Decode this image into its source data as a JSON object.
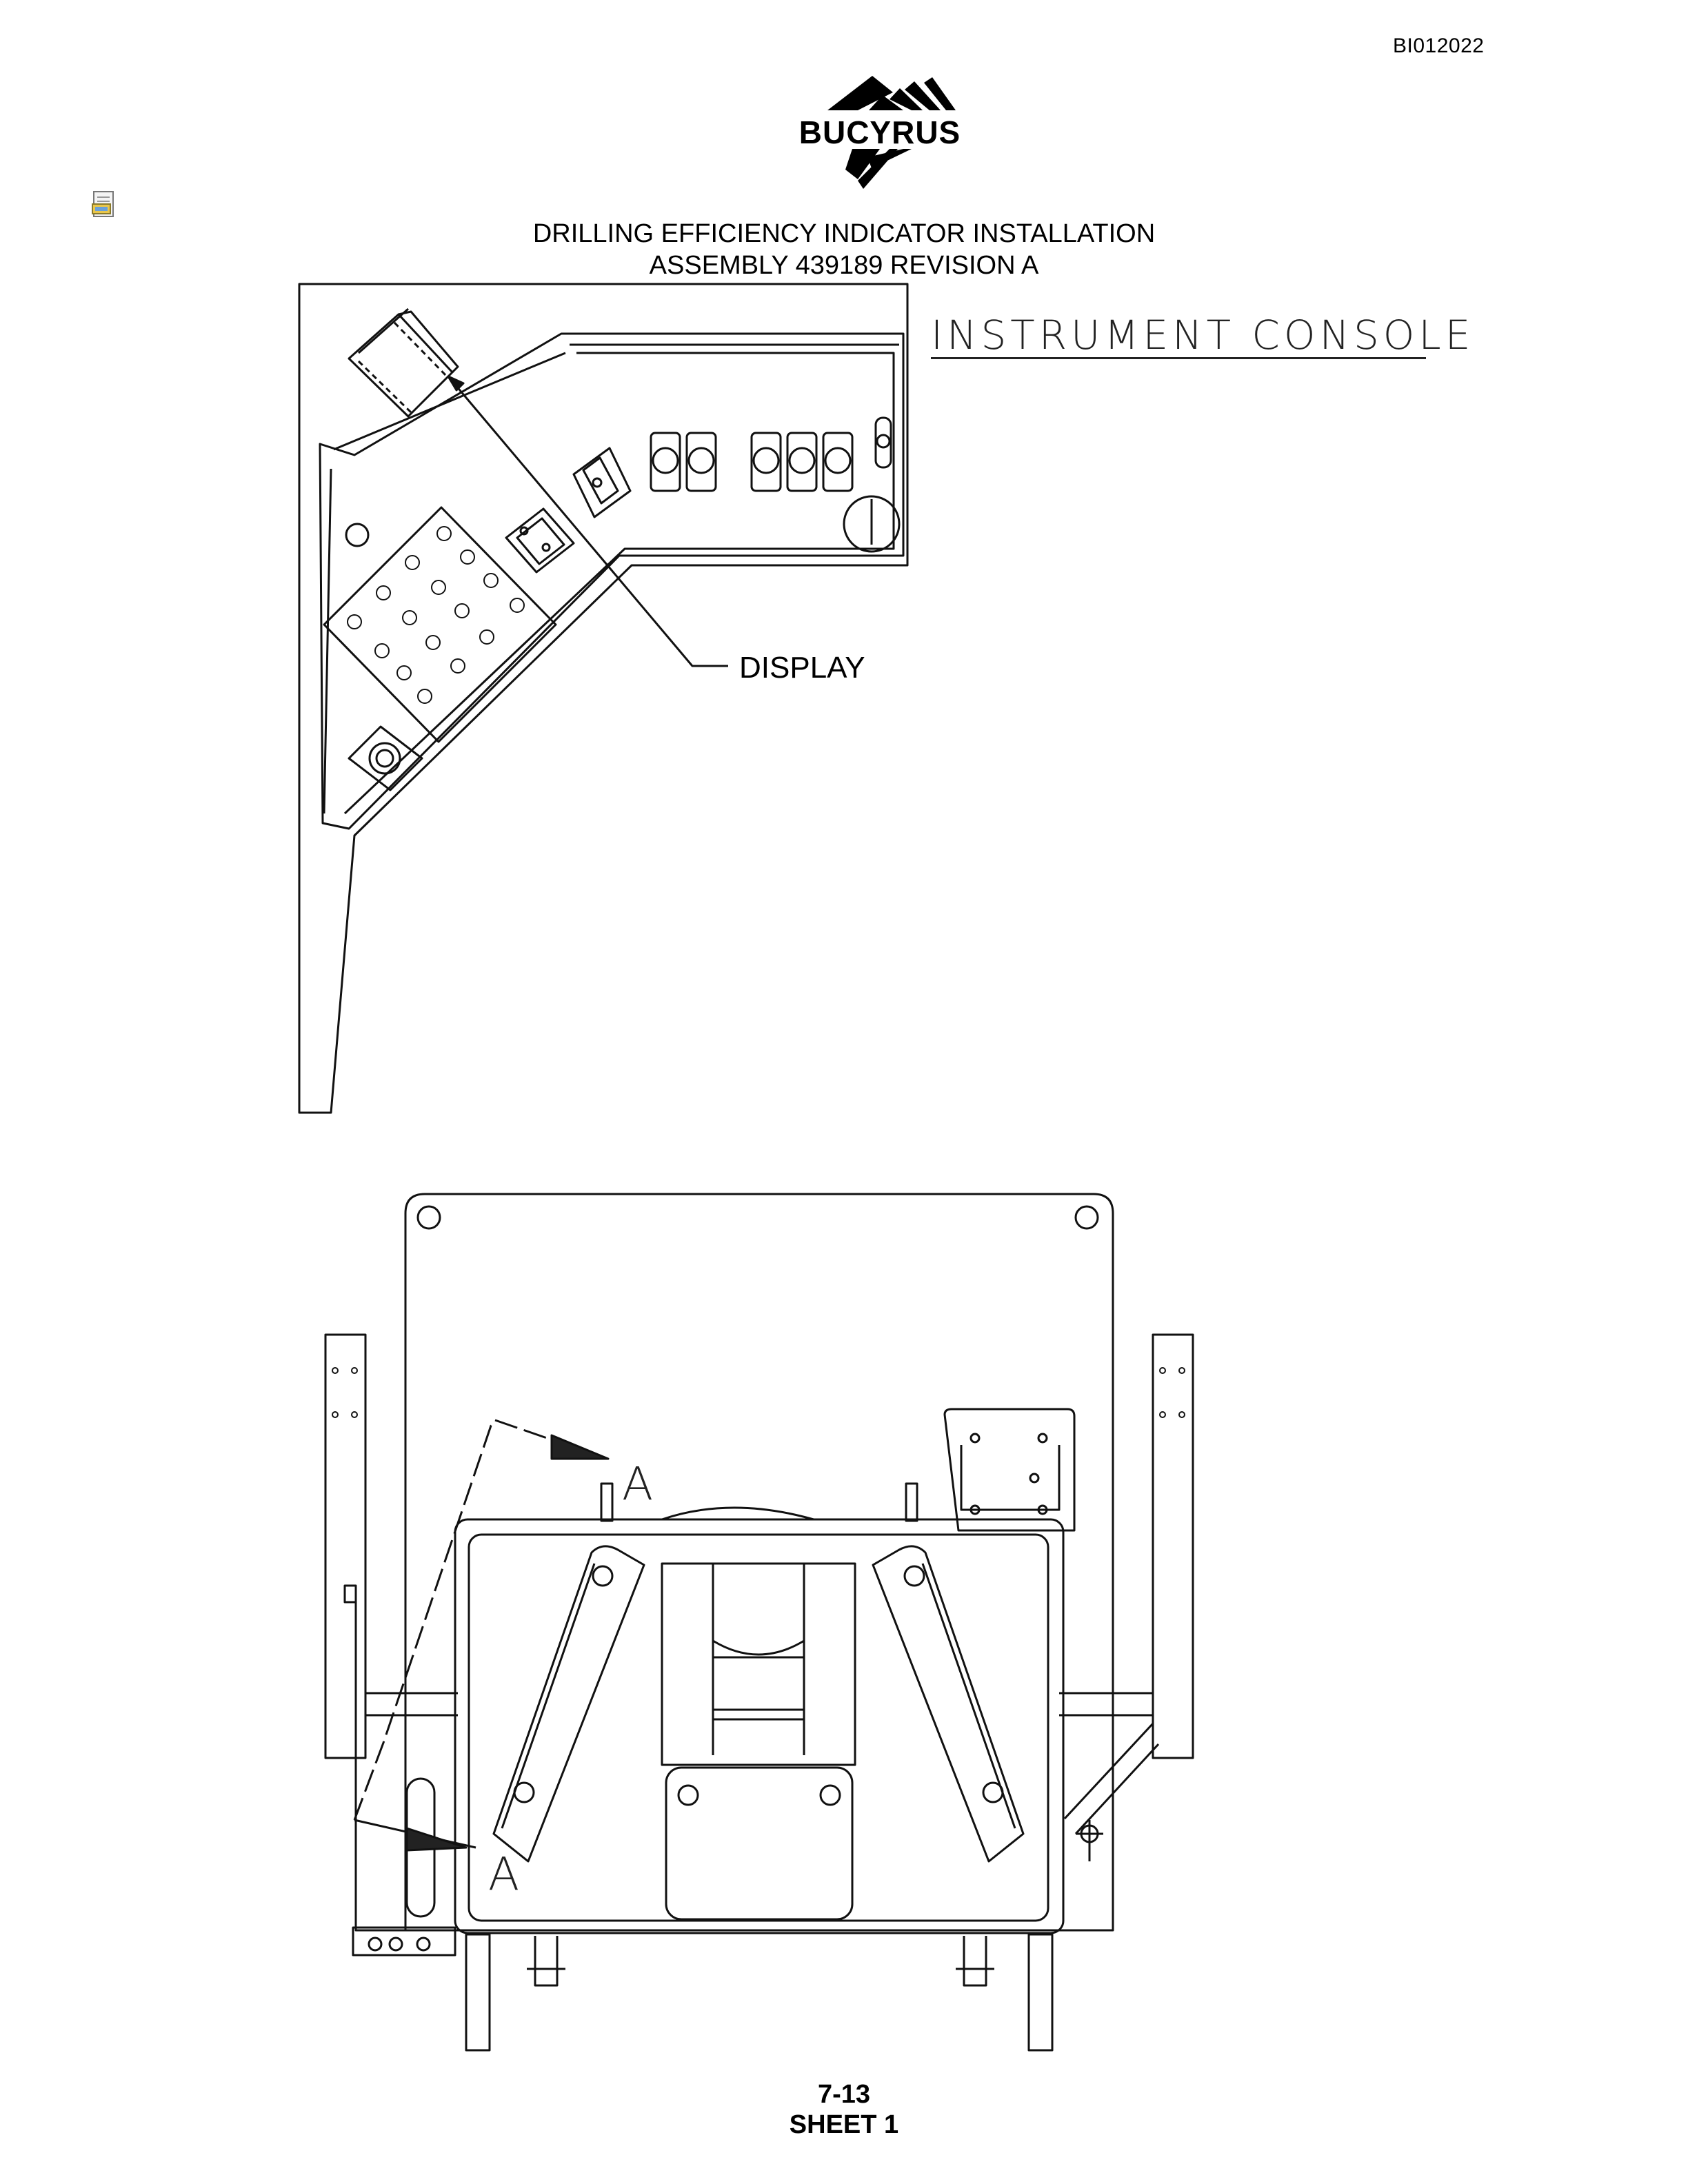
{
  "header": {
    "doc_id": "BI012022",
    "logo": {
      "name": "BUCYRUS",
      "icon": "bucyrus-mountain-logo"
    },
    "attachment_icon": "document-attachment-icon"
  },
  "title": {
    "line1": "DRILLING EFFICIENCY INDICATOR INSTALLATION",
    "line2": "ASSEMBLY 439189 REVISION A"
  },
  "drawing": {
    "console_label": "INSTRUMENT CONSOLE",
    "display_label": "DISPLAY",
    "section_label_top": "A",
    "section_label_bottom": "A"
  },
  "footer": {
    "page": "7-13",
    "sheet": "SHEET 1"
  }
}
